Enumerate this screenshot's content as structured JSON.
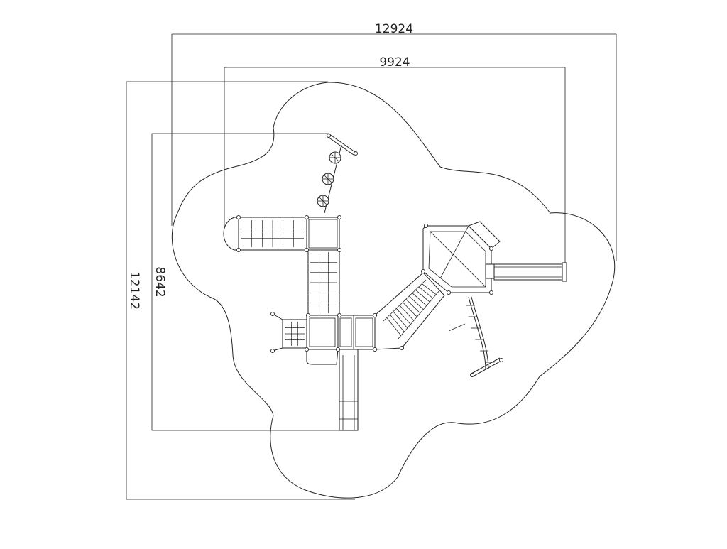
{
  "dimensions": {
    "overall_width": "12924",
    "structure_width": "9924",
    "overall_depth": "12142",
    "structure_depth": "8642"
  }
}
